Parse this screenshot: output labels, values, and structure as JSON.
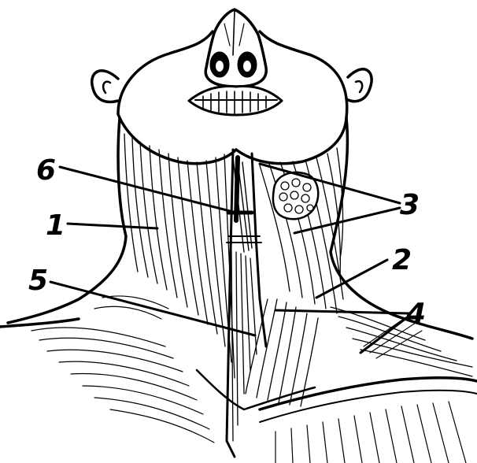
{
  "figure": {
    "labels": [
      {
        "id": "1",
        "text": "1"
      },
      {
        "id": "2",
        "text": "2"
      },
      {
        "id": "3",
        "text": "3"
      },
      {
        "id": "4",
        "text": "4"
      },
      {
        "id": "5",
        "text": "5"
      },
      {
        "id": "6",
        "text": "6"
      }
    ],
    "ink_color": "#000000",
    "paper_color": "#ffffff"
  }
}
